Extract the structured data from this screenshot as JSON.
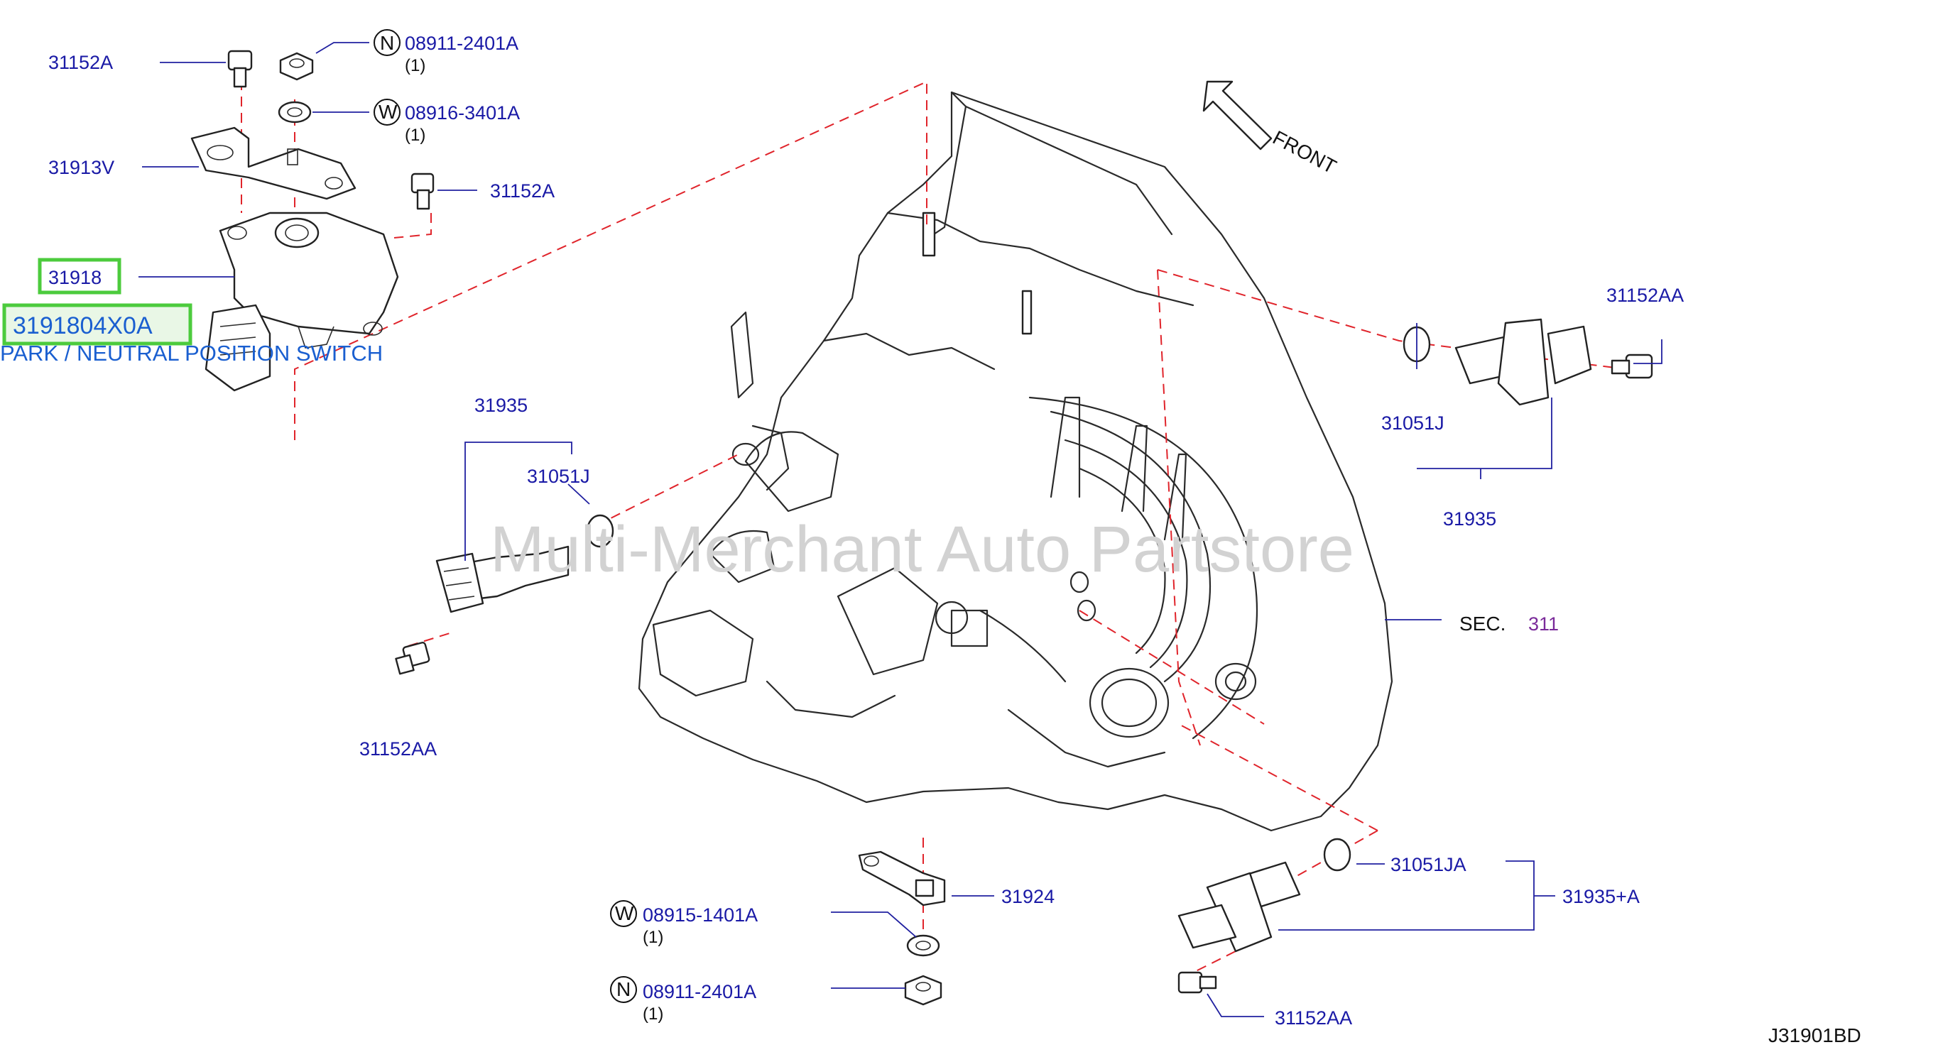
{
  "diagram_id": "J31901BD",
  "front_label": "FRONT",
  "watermark": "Multi-Merchant Auto Partstore",
  "highlight": {
    "part": "31918",
    "oem_number": "3191804X0A",
    "description": "PARK / NEUTRAL POSITION SWITCH"
  },
  "callouts": {
    "c_31152A_top": "31152A",
    "c_08911_top": "08911-2401A",
    "c_08911_top_qty": "(1)",
    "c_08911_top_sym": "N",
    "c_08916": "08916-3401A",
    "c_08916_qty": "(1)",
    "c_08916_sym": "W",
    "c_31913V": "31913V",
    "c_31152A_mid": "31152A",
    "c_31935_left": "31935",
    "c_31051J_left": "31051J",
    "c_31152AA_left": "31152AA",
    "c_31152AA_right": "31152AA",
    "c_31051J_right": "31051J",
    "c_31935_right": "31935",
    "c_sec": "SEC.",
    "c_sec_num": "311",
    "c_31924": "31924",
    "c_08915": "08915-1401A",
    "c_08915_qty": "(1)",
    "c_08915_sym": "W",
    "c_08911_bot": "08911-2401A",
    "c_08911_bot_qty": "(1)",
    "c_08911_bot_sym": "N",
    "c_31051JA": "31051JA",
    "c_31935A": "31935+A",
    "c_31152AA_bot": "31152AA"
  },
  "colors": {
    "part_number": "#1a1aa6",
    "leader_dash": "#e0242b",
    "highlight": "#4ccb3d",
    "sec_number": "#7a2a9a",
    "description": "#1a5fd0"
  }
}
